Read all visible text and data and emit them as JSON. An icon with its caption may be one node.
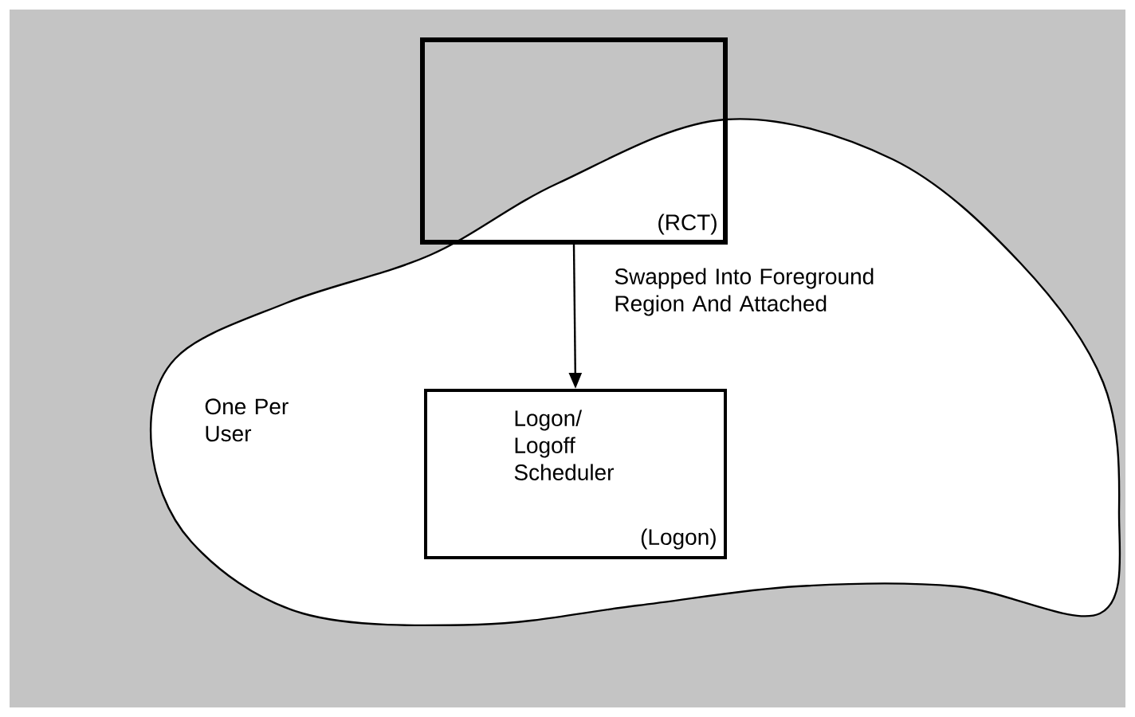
{
  "diagram": {
    "nodes": [
      {
        "text": [
          "(RCT)"
        ]
      },
      {
        "text": [
          "One Per User"
        ]
      },
      {
        "text": [
          "Logon/ Logoff Scheduler",
          "(Logon)"
        ],
        "in": 1
      }
    ],
    "edges": [
      {
        "from": 0,
        "to": 2,
        "arrow": "to",
        "label": "Swapped Into Foreground Region And Attached"
      }
    ]
  }
}
